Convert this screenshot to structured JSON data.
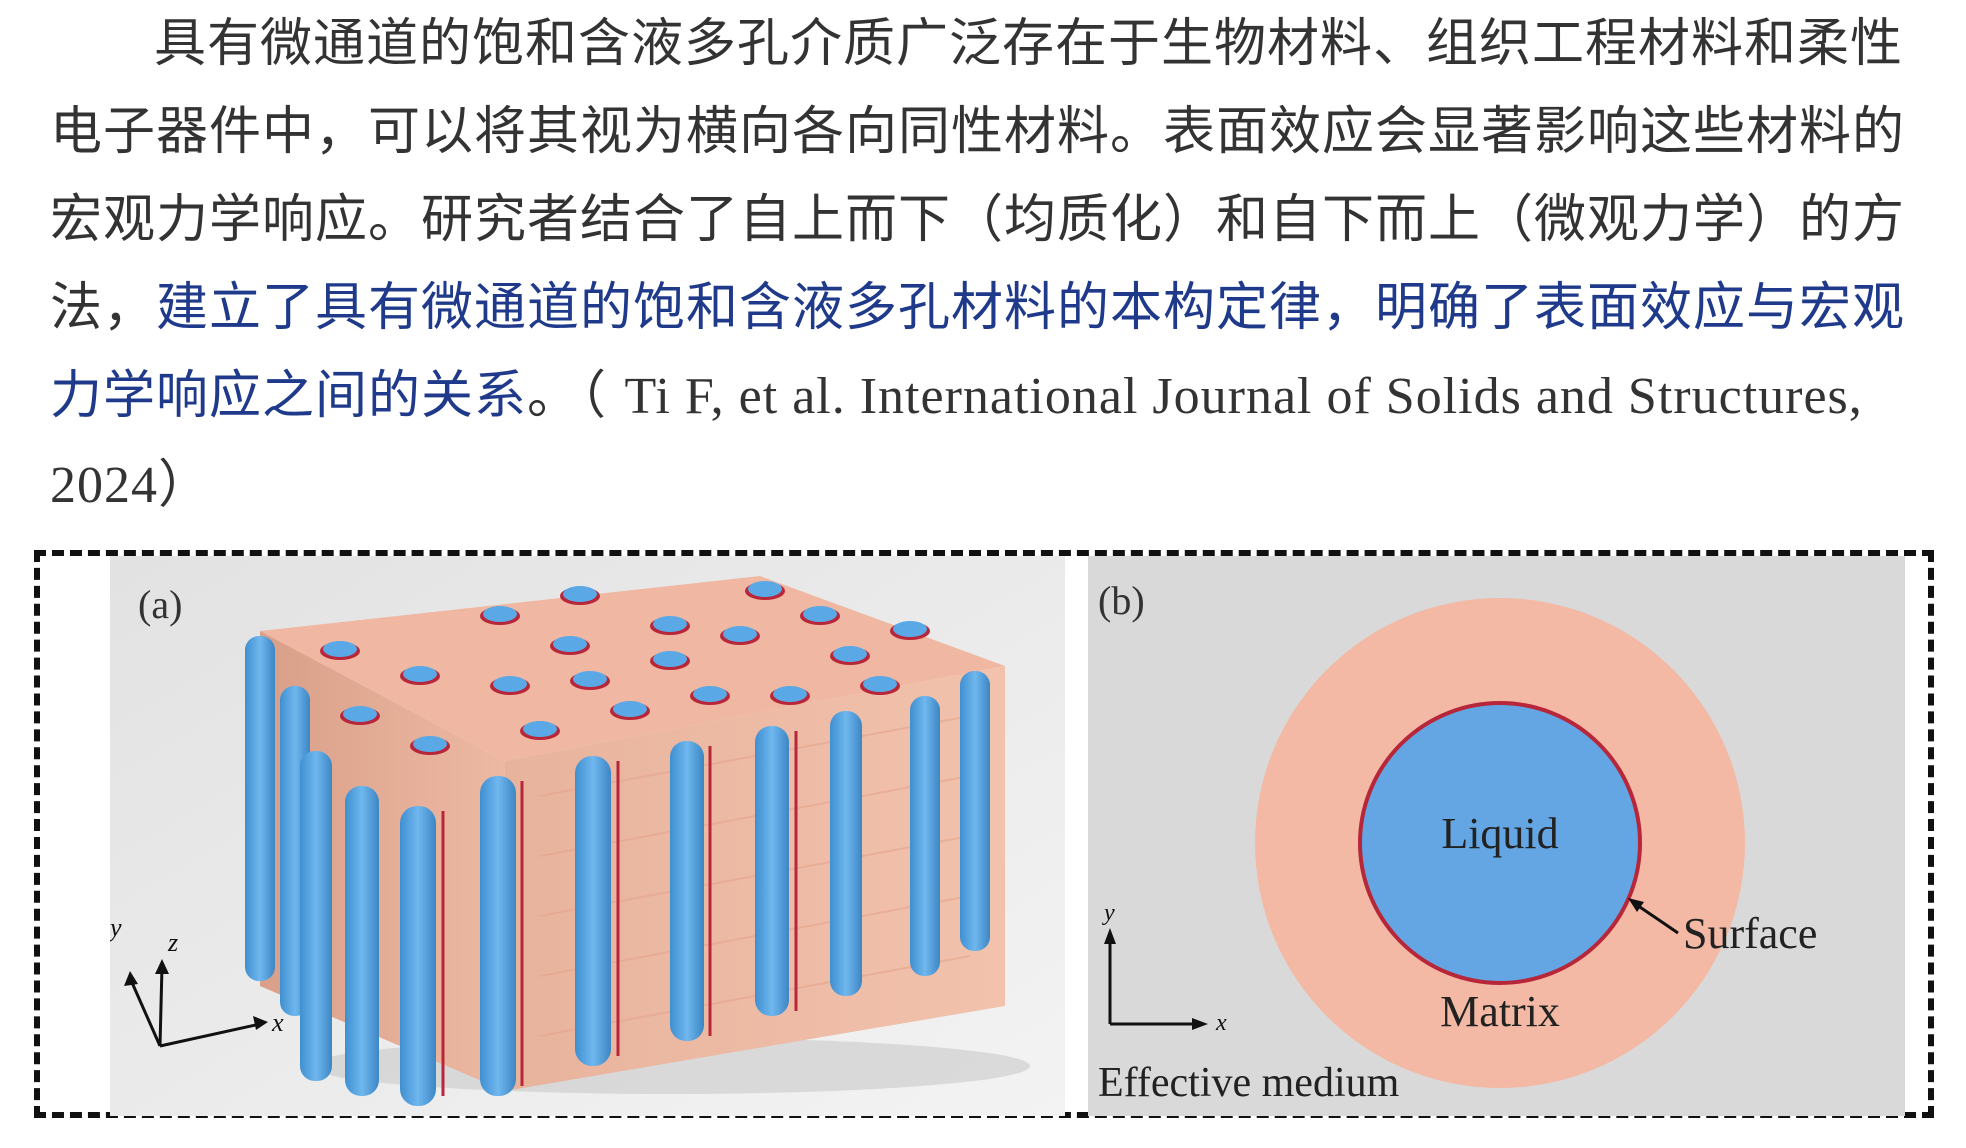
{
  "paragraph": {
    "intro": "具有微通道的饱和含液多孔介质广泛存在于生物材料、组织工程材料和柔性电子器件中，可以将其视为横向各向同性材料。表面效应会显著影响这些材料的宏观力学响应。研究者结合了自上而下（均质化）和自下而上（微观力学）的方法，",
    "highlight": "建立了具有微通道的饱和含液多孔材料的本构定律，明确了表面效应与宏观力学响应之间的关系",
    "tail": "。（ ",
    "reference": "Ti F, et al. International Journal of Solids and Structures, 2024",
    "close": "）"
  },
  "figure": {
    "panel_a": {
      "label": "(a)",
      "axes": {
        "y": "y",
        "z": "z",
        "x": "x"
      }
    },
    "panel_b": {
      "label": "(b)",
      "liquid": "Liquid",
      "surface": "Surface",
      "matrix": "Matrix",
      "medium": "Effective medium",
      "axes": {
        "y": "y",
        "x": "x"
      }
    },
    "colors": {
      "fiber": "#5aa9e6",
      "matrix": "#f3b9a4",
      "surface_line": "#b8263a",
      "liquid": "#63a6e3",
      "background_gray": "#d9d9d9",
      "highlight_text": "#1f3a8a"
    }
  }
}
